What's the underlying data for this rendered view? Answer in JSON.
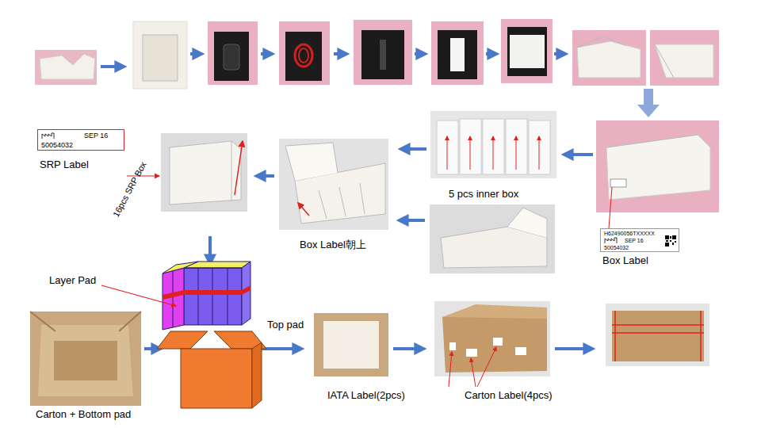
{
  "diagram": {
    "nodes": [
      {
        "text": [
          "SEP 16",
          "50054032"
        ]
      },
      {
        "text": [
          "H62490056TXXXXX",
          "SEP 16",
          "50054032"
        ]
      }
    ],
    "labels": [
      "SRP Label",
      "16pcs SRP Box",
      "Box Label朝上",
      "5 pcs inner box",
      "Box Label",
      "Layer Pad",
      "Top pad",
      "Carton + Bottom pad",
      "IATA Label(2pcs)",
      "Carton Label(4pcs)"
    ]
  }
}
